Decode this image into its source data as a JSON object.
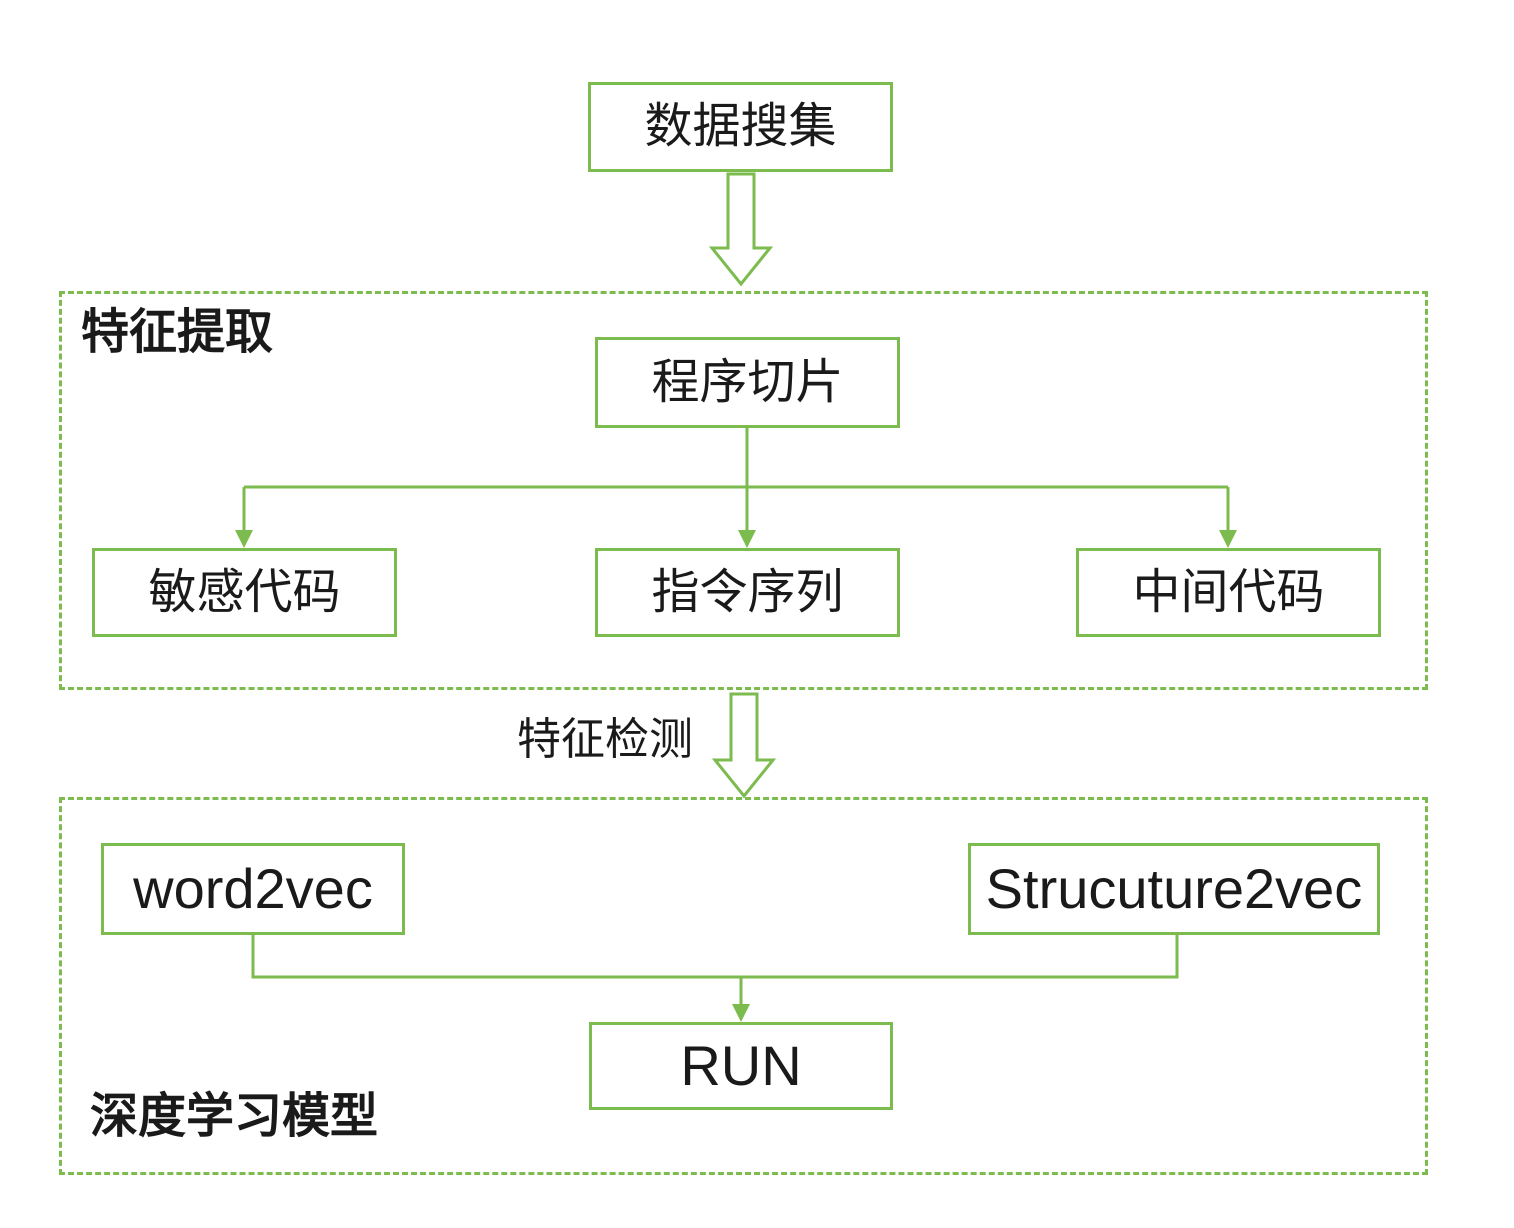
{
  "diagram": {
    "colors": {
      "green": "#7cbb4e",
      "text": "#1a1a1a",
      "background": "#ffffff"
    },
    "nodes": {
      "data_collection": "数据搜集",
      "program_slicing": "程序切片",
      "sensitive_code": "敏感代码",
      "instruction_sequence": "指令序列",
      "intermediate_code": "中间代码",
      "word2vec": "word2vec",
      "structure2vec": "Strucuture2vec",
      "run": "RUN"
    },
    "sections": {
      "feature_extraction": "特征提取",
      "deep_learning_model": "深度学习模型"
    },
    "edge_labels": {
      "feature_detection": "特征检测"
    }
  }
}
